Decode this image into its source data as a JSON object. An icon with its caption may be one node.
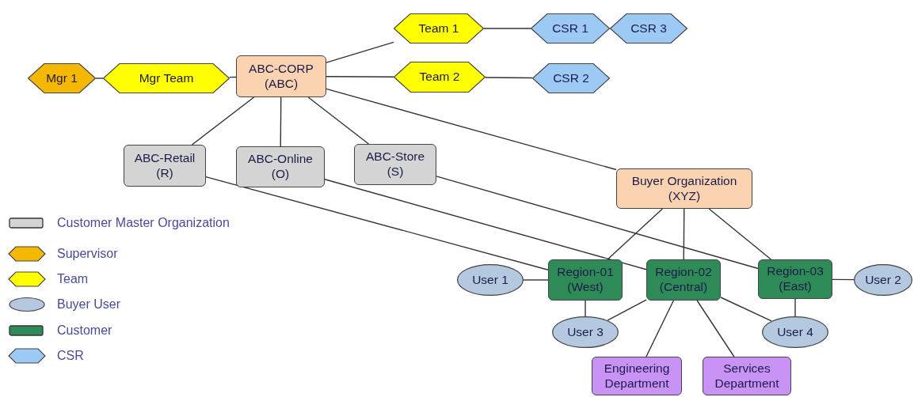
{
  "diagram": {
    "nodes": [
      {
        "text": [
          "Mgr 1"
        ]
      },
      {
        "text": [
          "Mgr Team"
        ]
      },
      {
        "text": [
          "ABC-CORP (ABC)"
        ]
      },
      {
        "text": [
          "Team 1"
        ]
      },
      {
        "text": [
          "Team 2"
        ]
      },
      {
        "text": [
          "CSR 1"
        ]
      },
      {
        "text": [
          "CSR 3"
        ]
      },
      {
        "text": [
          "CSR 2"
        ]
      },
      {
        "text": [
          "ABC-Retail (R)"
        ]
      },
      {
        "text": [
          "ABC-Online (O)"
        ]
      },
      {
        "text": [
          "ABC-Store (S)"
        ]
      },
      {
        "text": [
          "Buyer Organization (XYZ)"
        ]
      },
      {
        "text": [
          "Region-01 (West)"
        ]
      },
      {
        "text": [
          "Region-02 (Central)"
        ]
      },
      {
        "text": [
          "Region-03 (East)"
        ]
      },
      {
        "text": [
          "User 1"
        ]
      },
      {
        "text": [
          "User 2"
        ]
      },
      {
        "text": [
          "User 3"
        ]
      },
      {
        "text": [
          "User 4"
        ]
      },
      {
        "text": [
          "Engineering Department"
        ]
      },
      {
        "text": [
          "Services Department"
        ]
      }
    ],
    "edges": [
      {
        "from": 0,
        "to": 1,
        "arrow": "none"
      },
      {
        "from": 1,
        "to": 2,
        "arrow": "none"
      },
      {
        "from": 2,
        "to": 3,
        "arrow": "none"
      },
      {
        "from": 2,
        "to": 4,
        "arrow": "none"
      },
      {
        "from": 3,
        "to": 5,
        "arrow": "none"
      },
      {
        "from": 4,
        "to": 7,
        "arrow": "none"
      },
      {
        "from": 2,
        "to": 8,
        "arrow": "none"
      },
      {
        "from": 2,
        "to": 9,
        "arrow": "none"
      },
      {
        "from": 2,
        "to": 10,
        "arrow": "none"
      },
      {
        "from": 2,
        "to": 11,
        "arrow": "none"
      },
      {
        "from": 8,
        "to": 12,
        "arrow": "none"
      },
      {
        "from": 9,
        "to": 13,
        "arrow": "none"
      },
      {
        "from": 10,
        "to": 14,
        "arrow": "none"
      },
      {
        "from": 11,
        "to": 12,
        "arrow": "none"
      },
      {
        "from": 11,
        "to": 13,
        "arrow": "none"
      },
      {
        "from": 11,
        "to": 14,
        "arrow": "none"
      },
      {
        "from": 12,
        "to": 15,
        "arrow": "none"
      },
      {
        "from": 12,
        "to": 17,
        "arrow": "none"
      },
      {
        "from": 13,
        "to": 17,
        "arrow": "none"
      },
      {
        "from": 13,
        "to": 19,
        "arrow": "none"
      },
      {
        "from": 13,
        "to": 20,
        "arrow": "none"
      },
      {
        "from": 13,
        "to": 18,
        "arrow": "none"
      },
      {
        "from": 14,
        "to": 16,
        "arrow": "none"
      },
      {
        "from": 14,
        "to": 18,
        "arrow": "none"
      }
    ],
    "legend": [
      {
        "text": "Customer Master Organization",
        "color": "#d4d4d4"
      },
      {
        "text": "Supervisor",
        "color": "#f5b800"
      },
      {
        "text": "Team",
        "color": "#ffff00"
      },
      {
        "text": "Buyer User",
        "color": "#b4c8e0"
      },
      {
        "text": "Customer",
        "color": "#2e8b57"
      },
      {
        "text": "CSR",
        "color": "#9ccaf5"
      }
    ]
  }
}
